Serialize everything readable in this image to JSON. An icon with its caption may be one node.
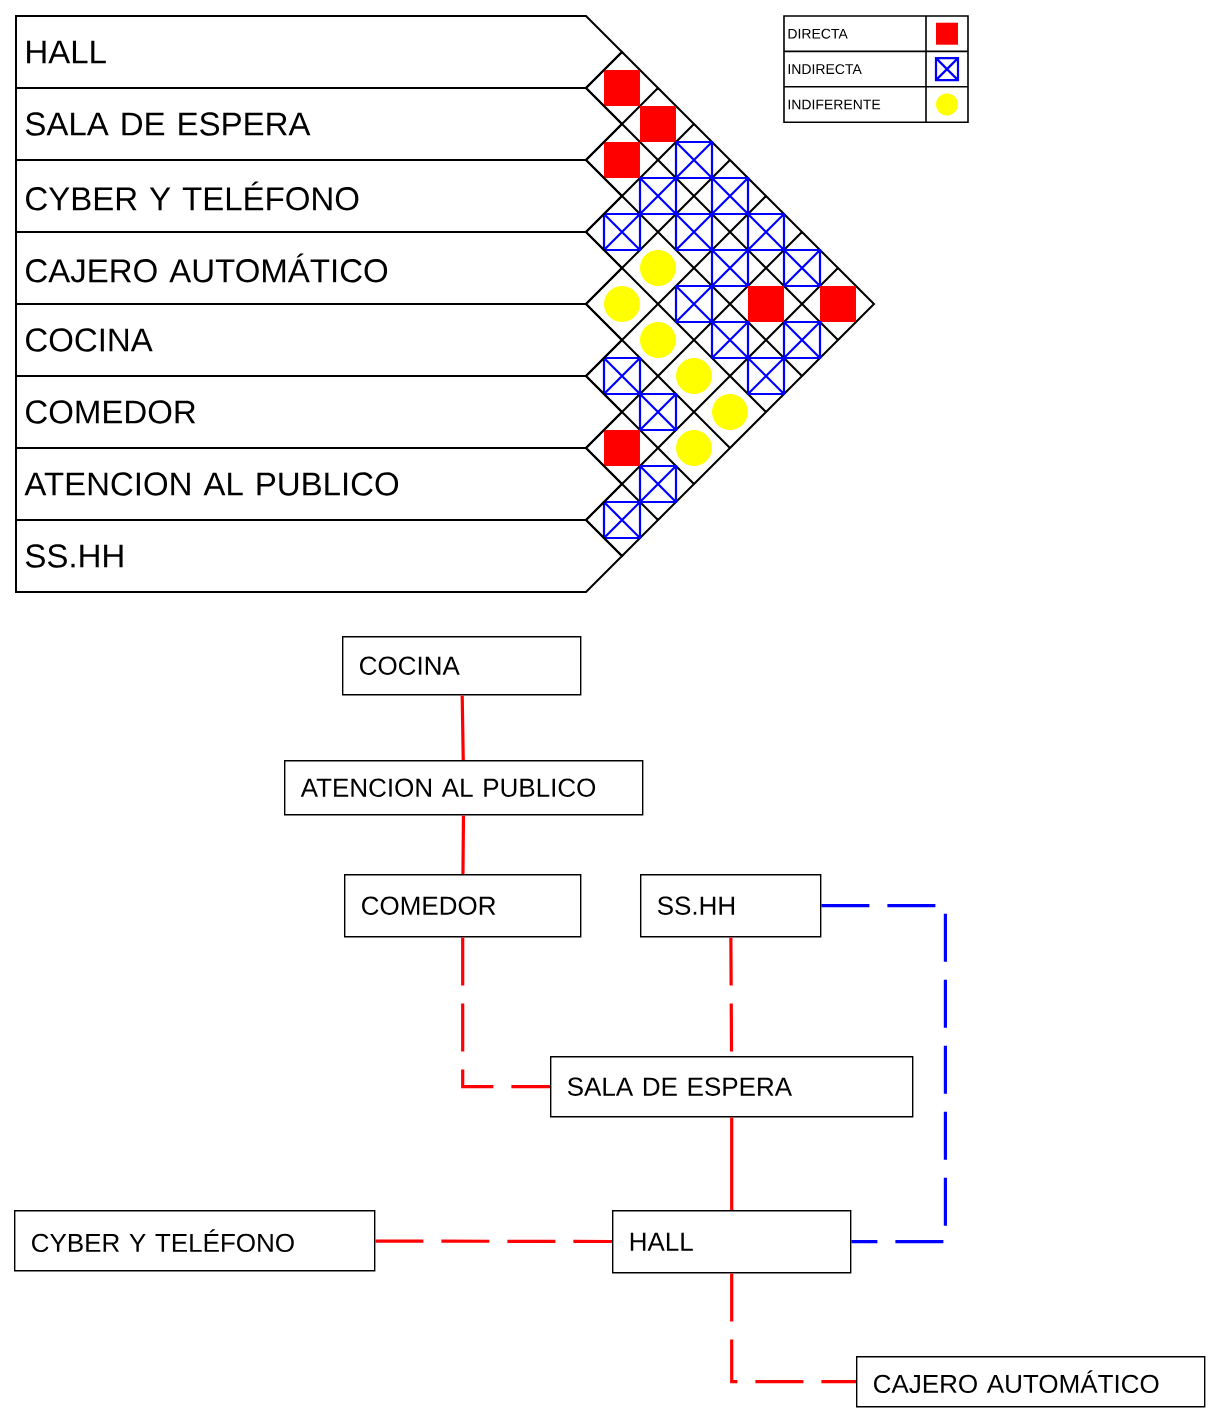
{
  "diagram": {
    "nodes": [
      {
        "text": [
          "HALL"
        ]
      },
      {
        "text": [
          "SALA DE ESPERA"
        ]
      },
      {
        "text": [
          "CYBER Y TELÉFONO"
        ]
      },
      {
        "text": [
          "CAJERO AUTOMÁTICO"
        ]
      },
      {
        "text": [
          "COCINA"
        ]
      },
      {
        "text": [
          "COMEDOR"
        ]
      },
      {
        "text": [
          "ATENCION AL PUBLICO"
        ]
      },
      {
        "text": [
          "SS.HH"
        ]
      },
      {
        "text": [
          "COCINA"
        ]
      },
      {
        "text": [
          "ATENCION AL PUBLICO"
        ]
      },
      {
        "text": [
          "COMEDOR"
        ]
      },
      {
        "text": [
          "SS.HH"
        ]
      },
      {
        "text": [
          "SALA DE ESPERA"
        ]
      },
      {
        "text": [
          "CYBER Y TELÉFONO"
        ]
      },
      {
        "text": [
          "HALL"
        ]
      },
      {
        "text": [
          "CAJERO AUTOMÁTICO"
        ]
      }
    ],
    "edges": [
      {
        "from": 8,
        "to": 9,
        "arrow": "none"
      },
      {
        "from": 9,
        "to": 10,
        "arrow": "none"
      },
      {
        "from": 10,
        "to": 12,
        "arrow": "none",
        "style": "dashed"
      },
      {
        "from": 11,
        "to": 12,
        "arrow": "none",
        "style": "dashed"
      },
      {
        "from": 12,
        "to": 14,
        "arrow": "none"
      },
      {
        "from": 13,
        "to": 14,
        "arrow": "none",
        "style": "dashed"
      },
      {
        "from": 14,
        "to": 15,
        "arrow": "none",
        "style": "dashed"
      },
      {
        "from": 11,
        "to": 14,
        "arrow": "none",
        "style": "dashed",
        "color": "#0000ff"
      }
    ],
    "legend": [
      {
        "text": "DIRECTA",
        "color": "#ff0000"
      },
      {
        "text": "INDIRECTA",
        "color": "#0000ff"
      },
      {
        "text": "INDIFERENTE",
        "color": "#ffff00"
      }
    ]
  }
}
